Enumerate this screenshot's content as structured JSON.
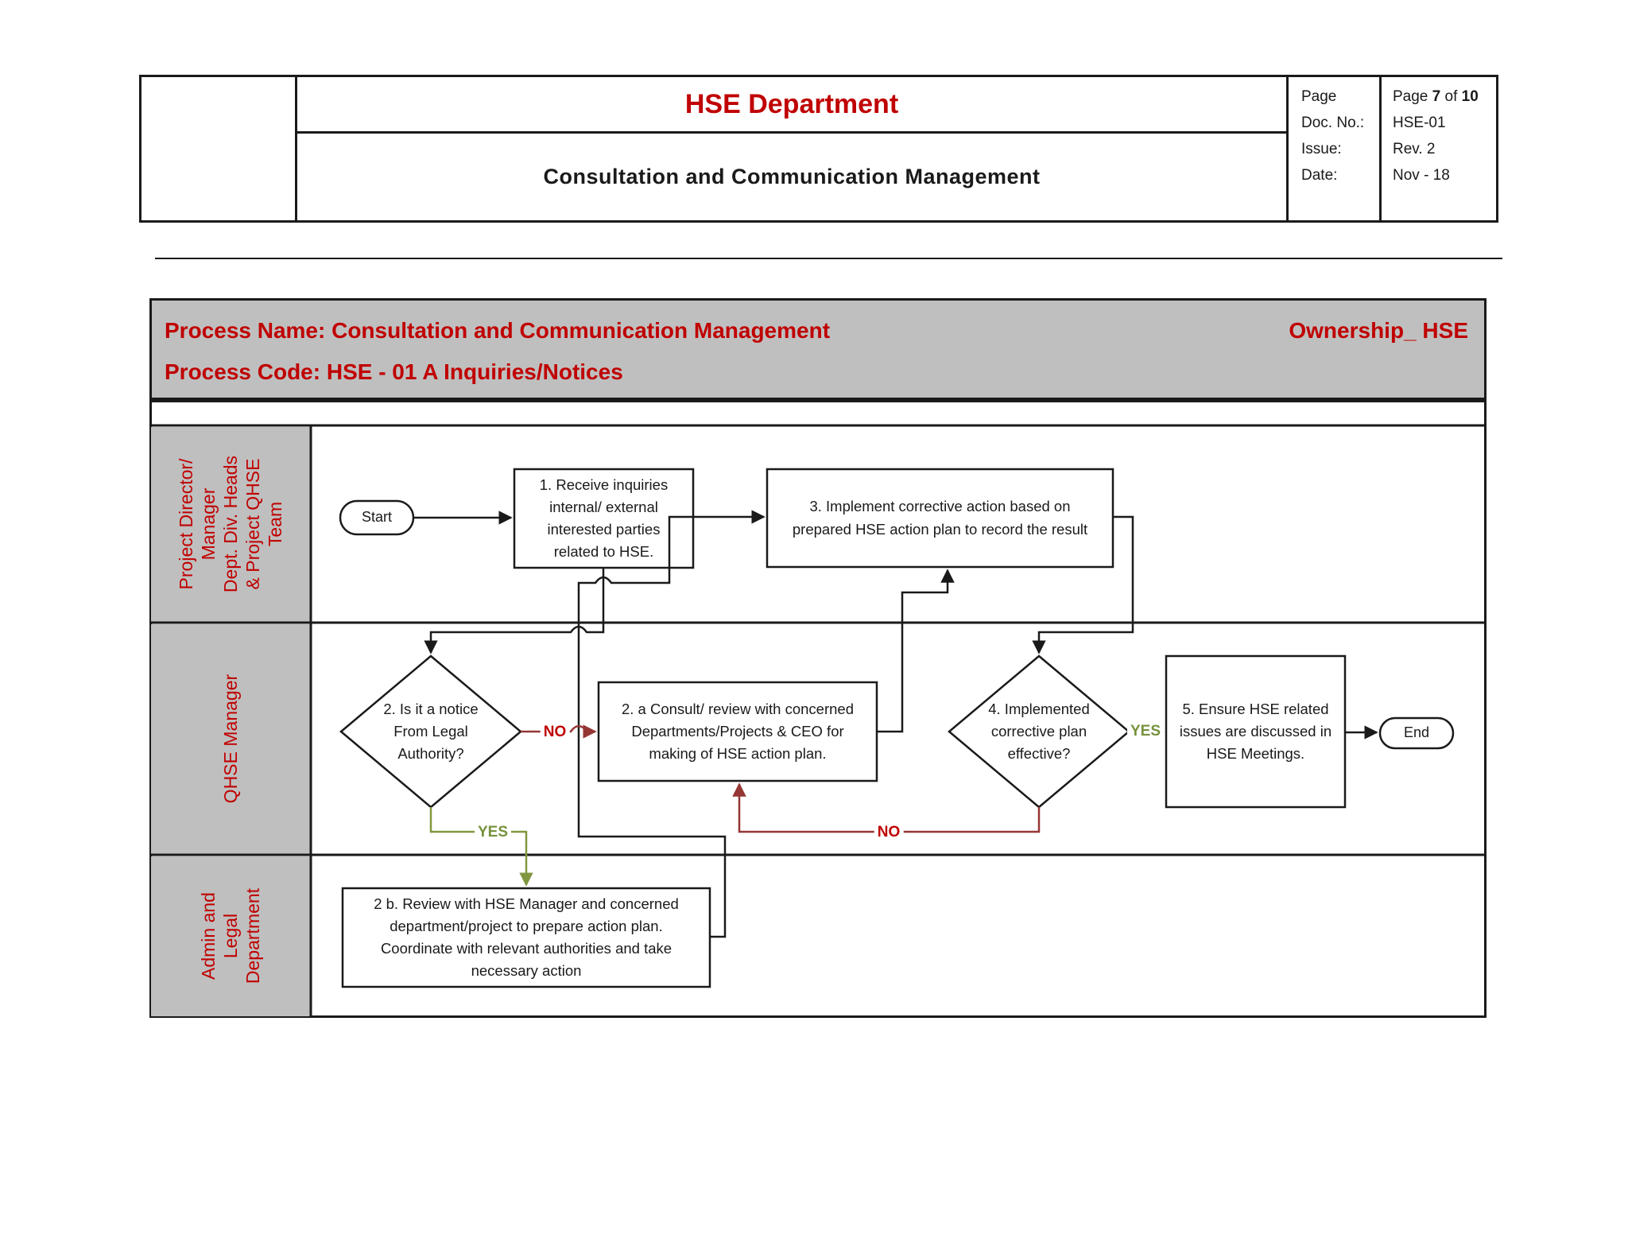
{
  "header": {
    "title": "HSE Department",
    "subtitle": "Consultation and Communication Management",
    "meta": {
      "page_label": "Page",
      "page_parts": [
        "Page ",
        "7",
        " of ",
        "10"
      ],
      "doc_label": "Doc. No.:",
      "doc_value": "HSE-01",
      "issue_label": "Issue:",
      "issue_value": "Rev. 2",
      "date_label": "Date:",
      "date_value": "Nov - 18"
    }
  },
  "banner": {
    "process_name": "Process Name: Consultation and Communication Management",
    "ownership": "Ownership_ HSE",
    "process_code": "Process Code: HSE - 01 A Inquiries/Notices"
  },
  "lanes": [
    {
      "label": "Project Director/\nManager\nDept. Div. Heads\n& Project QHSE\nTeam"
    },
    {
      "label": "QHSE Manager"
    },
    {
      "label": "Admin and\nLegal\nDepartment"
    }
  ],
  "flow": {
    "start": "Start",
    "end": "End",
    "step1": "1. Receive  inquiries\ninternal/ external\ninterested parties\nrelated to HSE.",
    "step2": "2. Is it a notice\nFrom Legal\nAuthority?",
    "step2a": "2. a Consult/ review with concerned\nDepartments/Projects  & CEO for\nmaking of HSE action plan.",
    "step2b": "2 b. Review with HSE Manager and concerned\ndepartment/project to prepare action plan.\nCoordinate with relevant authorities and take\nnecessary action",
    "step3": "3. Implement corrective action based on\nprepared HSE action plan to record the result",
    "step4": "4. Implemented\ncorrective plan\neffective?",
    "step5": "5. Ensure HSE related\nissues are discussed in\nHSE Meetings.",
    "decision_labels": {
      "no1": "NO",
      "yes1": "YES",
      "no2": "NO",
      "yes2": "YES"
    }
  },
  "colors": {
    "accent_red": "#C00000",
    "lane_gray": "#BFBFBF",
    "no_line": "#943634",
    "yes_line": "#81973F",
    "line_black": "#1a1a1a"
  }
}
